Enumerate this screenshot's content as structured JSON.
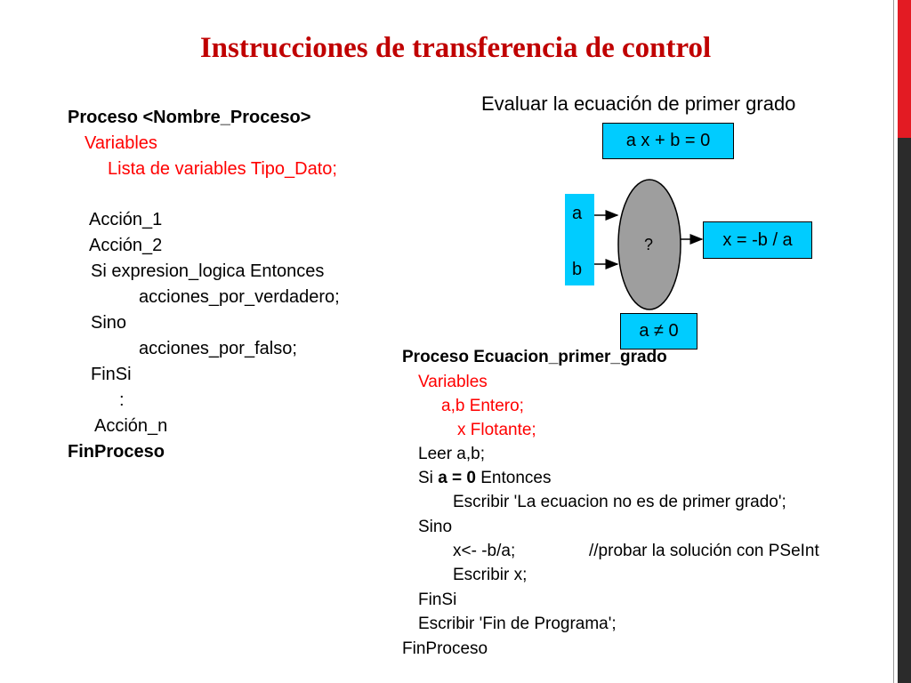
{
  "title": "Instrucciones de transferencia de control",
  "left_code": {
    "l1": "Proceso <Nombre_Proceso>",
    "l2": "Variables",
    "l3": "Lista de variables Tipo_Dato;",
    "l4": "Acción_1",
    "l5": "Acción_2",
    "l6": "Si expresion_logica Entonces",
    "l7": "acciones_por_verdadero;",
    "l8": "Sino",
    "l9": "acciones_por_falso;",
    "l10": "FinSi",
    "l11": ":",
    "l12": "Acción_n",
    "l13": "FinProceso"
  },
  "diagram": {
    "heading": "Evaluar la ecuación de primer grado",
    "equation": "a x + b = 0",
    "input_a": "a",
    "input_b": "b",
    "decision": "?",
    "result": "x = -b / a",
    "condition": "a ≠ 0",
    "box_color": "#00ccff"
  },
  "right_code": {
    "l1": "Proceso Ecuacion_primer_grado",
    "l2": "Variables",
    "l3": "a,b Entero;",
    "l4": "x Flotante;",
    "l5": "Leer a,b;",
    "l6_pre": "Si ",
    "l6_bold": "a = 0",
    "l6_post": " Entonces",
    "l7": "Escribir 'La ecuacion no es de primer grado';",
    "l8": "Sino",
    "l9a": "x<- -b/a;",
    "l9b": "//probar la solución con PSeInt",
    "l10": "Escribir x;",
    "l11": "FinSi",
    "l12": "Escribir 'Fin de Programa';",
    "l13": "FinProceso"
  },
  "colors": {
    "title": "#c00000",
    "keyword_red": "#ff0000",
    "edge_red": "#e31b23",
    "edge_dark": "#2b2b2b"
  }
}
